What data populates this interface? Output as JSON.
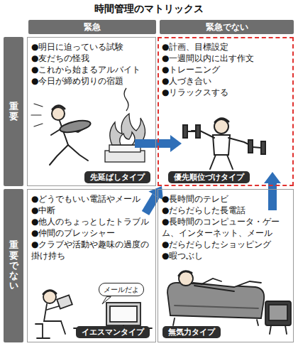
{
  "diagram": {
    "title": "時間管理のマトリックス",
    "nodes": [
      {
        "text": [
          "緊急"
        ]
      },
      {
        "text": [
          "緊急でない"
        ]
      },
      {
        "text": [
          "重要"
        ]
      },
      {
        "text": [
          "●明日に迫っている試験",
          "●友だちの怪我",
          "●これから始まるアルバイト",
          "●今日が締め切りの宿題"
        ]
      },
      {
        "text": [
          "先延ばしタイプ"
        ],
        "in": 3
      },
      {
        "text": [
          "●計画、目標設定",
          "●一週間以内に出す作文",
          "●トレーニング",
          "●人づき合い",
          "●リラックスする"
        ]
      },
      {
        "text": [
          "優先順位づけタイプ"
        ],
        "in": 5
      },
      {
        "text": [
          "重要でない"
        ]
      },
      {
        "text": [
          "●どうでもいい電話やメール",
          "●中断",
          "●他人のちょっとしたトラブル",
          "●仲間のプレッシャー",
          "●クラブや活動や趣味の過度の掛け持ち"
        ]
      },
      {
        "text": [
          "イエスマンタイプ"
        ],
        "in": 8
      },
      {
        "text": [
          "メールだよ"
        ],
        "in": 8
      },
      {
        "text": [
          "●長時間のテレビ",
          "●だらだらした長電話",
          "●長時間のコンピュータ・ゲーム、インターネット、メール",
          "●だらだらしたショッピング",
          "●暇つぶし"
        ]
      },
      {
        "text": [
          "無気力タイプ"
        ],
        "in": 11
      }
    ],
    "edges": [
      {
        "from": 3,
        "to": 5,
        "arrow": "to"
      },
      {
        "from": 8,
        "to": 5,
        "arrow": "to"
      },
      {
        "from": 11,
        "to": 5,
        "arrow": "to"
      }
    ]
  }
}
